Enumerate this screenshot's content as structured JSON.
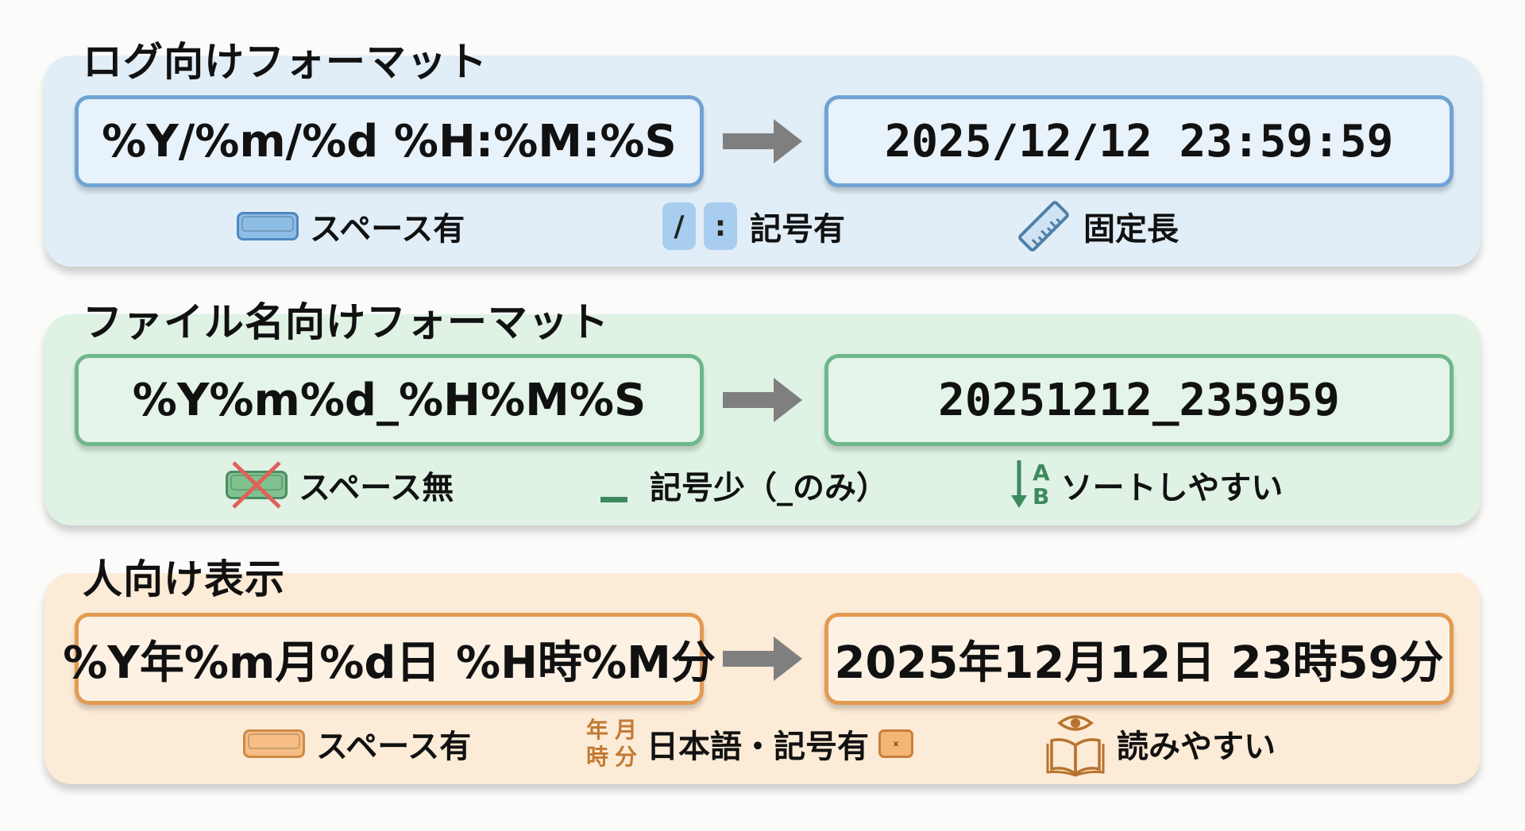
{
  "sections": [
    {
      "title": "ログ向けフォーマット",
      "theme": "blue",
      "format": "%Y/%m/%d %H:%M:%S",
      "result": "2025/12/12 23:59:59",
      "features": [
        {
          "icon": "keyboard-key-icon",
          "label": "スペース有"
        },
        {
          "icon": "symbol-chips-icon",
          "symbols": [
            "/",
            ":"
          ],
          "label": "記号有"
        },
        {
          "icon": "ruler-icon",
          "label": "固定長"
        }
      ]
    },
    {
      "title": "ファイル名向けフォーマット",
      "theme": "green",
      "format": "%Y%m%d_%H%M%S",
      "result": "20251212_235959",
      "features": [
        {
          "icon": "crossed-key-icon",
          "label": "スペース無"
        },
        {
          "icon": "underscore-icon",
          "label": "記号少（_のみ）"
        },
        {
          "icon": "sort-ab-icon",
          "sort_letters": [
            "A",
            "B"
          ],
          "label": "ソートしやすい"
        }
      ]
    },
    {
      "title": "人向け表示",
      "theme": "orange",
      "format": "%Y年%m月%d日 %H時%M分",
      "result": "2025年12月12日 23時59分",
      "features": [
        {
          "icon": "keyboard-key-icon",
          "label": "スペース有"
        },
        {
          "icon": "kanji-units-icon",
          "kanji": [
            "年",
            "月",
            "時",
            "分"
          ],
          "label": "日本語・記号有",
          "trailing_icon": "small-key-icon",
          "trailing_mark": "x"
        },
        {
          "icon": "eye-book-icon",
          "label": "読みやすい"
        }
      ]
    }
  ],
  "colors": {
    "blue_border": "#6fa3d3",
    "green_border": "#6cb88a",
    "orange_border": "#e39a51",
    "arrow": "#7f7f7f"
  }
}
